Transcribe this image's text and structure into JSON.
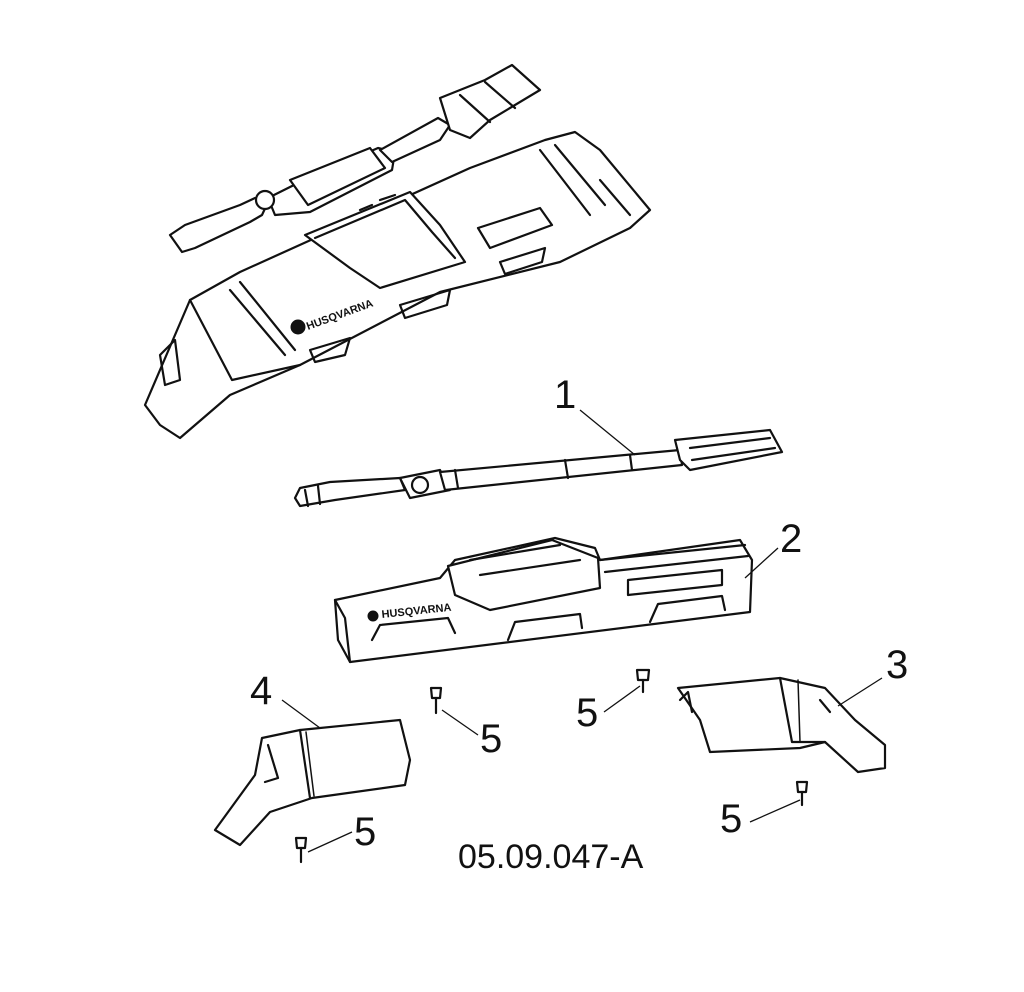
{
  "drawing_code": "05.09.047-A",
  "callouts": {
    "handle": "1",
    "top_cover": "2",
    "right_end_cover": "3",
    "left_end_cover": "4",
    "screw_a": "5",
    "screw_b": "5",
    "screw_c": "5",
    "screw_d": "5"
  }
}
